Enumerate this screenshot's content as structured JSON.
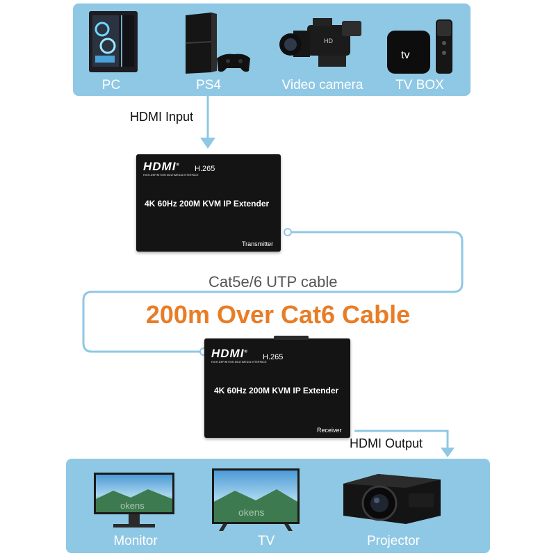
{
  "sources": {
    "items": [
      {
        "label": "PC",
        "icon": "pc-tower-icon"
      },
      {
        "label": "PS4",
        "icon": "ps4-console-icon"
      },
      {
        "label": "Video camera",
        "icon": "video-camera-icon"
      },
      {
        "label": "TV BOX",
        "icon": "tv-box-icon"
      }
    ]
  },
  "tvbox_brand": "tv",
  "input_label": "HDMI Input",
  "transmitter": {
    "logo": "HDMI",
    "logo_sub": "HIGH-DEFINITION MULTIMEDIA INTERFACE",
    "codec": "H.265",
    "model": "4K 60Hz 200M KVM IP Extender",
    "role": "Transmitter"
  },
  "cable_label": "Cat5e/6 UTP cable",
  "headline": "200m Over Cat6 Cable",
  "receiver": {
    "logo": "HDMI",
    "logo_sub": "HIGH-DEFINITION MULTIMEDIA INTERFACE",
    "codec": "H.265",
    "model": "4K 60Hz 200M KVM IP Extender",
    "role": "Receiver"
  },
  "output_label": "HDMI Output",
  "displays": {
    "items": [
      {
        "label": "Monitor",
        "icon": "monitor-icon"
      },
      {
        "label": "TV",
        "icon": "tv-icon"
      },
      {
        "label": "Projector",
        "icon": "projector-icon"
      }
    ]
  },
  "watermark": "okens",
  "colors": {
    "panel": "#8fc8e4",
    "connector_line": "#8fc8e4",
    "headline": "#e87d27",
    "device_box": "#141414"
  }
}
